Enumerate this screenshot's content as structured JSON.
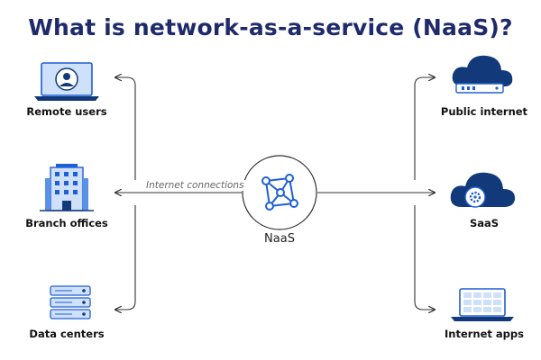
{
  "title": "What is network-as-a-service (NaaS)?",
  "center": {
    "label": "NaaS",
    "icon": "network-mesh-icon"
  },
  "connection_label": "Internet connections",
  "left_nodes": [
    {
      "label": "Remote users",
      "icon": "laptop-user-icon"
    },
    {
      "label": "Branch offices",
      "icon": "office-building-icon"
    },
    {
      "label": "Data centers",
      "icon": "server-rack-icon"
    }
  ],
  "right_nodes": [
    {
      "label": "Public internet",
      "icon": "cloud-server-icon"
    },
    {
      "label": "SaaS",
      "icon": "cloud-gear-icon"
    },
    {
      "label": "Internet apps",
      "icon": "monitor-apps-icon"
    }
  ],
  "colors": {
    "title": "#1f2a6b",
    "accent_blue": "#1f5fd6",
    "light_blue": "#cfe0fa",
    "dark_navy": "#123a7a",
    "line": "#333333"
  }
}
